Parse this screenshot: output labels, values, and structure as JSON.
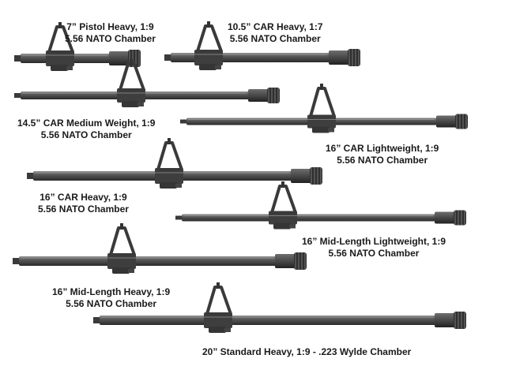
{
  "barrels": [
    {
      "line1": "7” Pistol Heavy, 1:9",
      "line2": "5.56 NATO Chamber"
    },
    {
      "line1": "10.5” CAR Heavy, 1:7",
      "line2": "5.56 NATO Chamber"
    },
    {
      "line1": "14.5” CAR Medium Weight, 1:9",
      "line2": "5.56 NATO Chamber"
    },
    {
      "line1": "16” CAR Lightweight, 1:9",
      "line2": "5.56 NATO Chamber"
    },
    {
      "line1": "16” CAR Heavy, 1:9",
      "line2": "5.56 NATO Chamber"
    },
    {
      "line1": "16” Mid-Length Lightweight, 1:9",
      "line2": "5.56 NATO Chamber"
    },
    {
      "line1": "16” Mid-Length Heavy, 1:9",
      "line2": "5.56 NATO Chamber"
    },
    {
      "line1": "20” Standard Heavy, 1:9 - .223 Wylde Chamber"
    }
  ]
}
